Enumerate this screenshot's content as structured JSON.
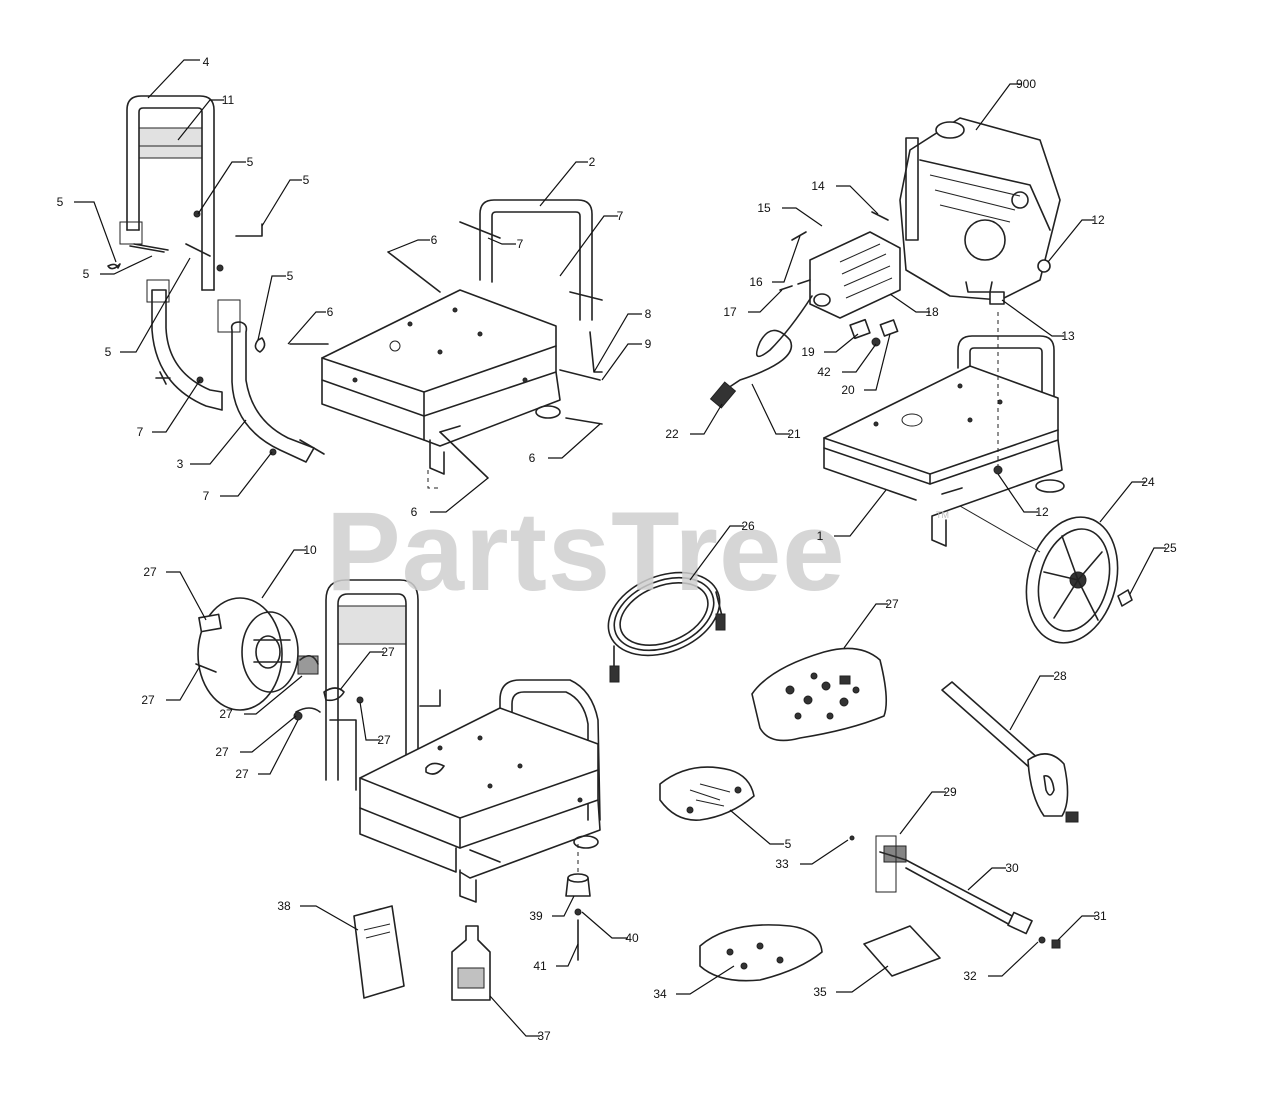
{
  "watermark": {
    "text": "PartsTree",
    "tm": "TM"
  },
  "callouts": [
    {
      "id": "c4",
      "label": "4"
    },
    {
      "id": "c11",
      "label": "11"
    },
    {
      "id": "c5a",
      "label": "5"
    },
    {
      "id": "c5b",
      "label": "5"
    },
    {
      "id": "c5c",
      "label": "5"
    },
    {
      "id": "c5d",
      "label": "5"
    },
    {
      "id": "c5e",
      "label": "5"
    },
    {
      "id": "c5f",
      "label": "5"
    },
    {
      "id": "c7a",
      "label": "7"
    },
    {
      "id": "c3",
      "label": "3"
    },
    {
      "id": "c7b",
      "label": "7"
    },
    {
      "id": "c2",
      "label": "2"
    },
    {
      "id": "c7c",
      "label": "7"
    },
    {
      "id": "c7d",
      "label": "7"
    },
    {
      "id": "c6a",
      "label": "6"
    },
    {
      "id": "c6b",
      "label": "6"
    },
    {
      "id": "c8",
      "label": "8"
    },
    {
      "id": "c9",
      "label": "9"
    },
    {
      "id": "c6c",
      "label": "6"
    },
    {
      "id": "c6d",
      "label": "6"
    },
    {
      "id": "c900",
      "label": "900"
    },
    {
      "id": "c14",
      "label": "14"
    },
    {
      "id": "c15",
      "label": "15"
    },
    {
      "id": "c12a",
      "label": "12"
    },
    {
      "id": "c16",
      "label": "16"
    },
    {
      "id": "c17",
      "label": "17"
    },
    {
      "id": "c18",
      "label": "18"
    },
    {
      "id": "c13",
      "label": "13"
    },
    {
      "id": "c19",
      "label": "19"
    },
    {
      "id": "c42",
      "label": "42"
    },
    {
      "id": "c20",
      "label": "20"
    },
    {
      "id": "c22",
      "label": "22"
    },
    {
      "id": "c21",
      "label": "21"
    },
    {
      "id": "c12b",
      "label": "12"
    },
    {
      "id": "c1",
      "label": "1"
    },
    {
      "id": "c24",
      "label": "24"
    },
    {
      "id": "c25",
      "label": "25"
    },
    {
      "id": "c27a",
      "label": "27"
    },
    {
      "id": "c10",
      "label": "10"
    },
    {
      "id": "c27b",
      "label": "27"
    },
    {
      "id": "c27c",
      "label": "27"
    },
    {
      "id": "c27d",
      "label": "27"
    },
    {
      "id": "c27e",
      "label": "27"
    },
    {
      "id": "c27f",
      "label": "27"
    },
    {
      "id": "c27g",
      "label": "27"
    },
    {
      "id": "c26",
      "label": "26"
    },
    {
      "id": "c27h",
      "label": "27"
    },
    {
      "id": "c28",
      "label": "28"
    },
    {
      "id": "c5g",
      "label": "5"
    },
    {
      "id": "c29",
      "label": "29"
    },
    {
      "id": "c30",
      "label": "30"
    },
    {
      "id": "c33",
      "label": "33"
    },
    {
      "id": "c31",
      "label": "31"
    },
    {
      "id": "c32",
      "label": "32"
    },
    {
      "id": "c38",
      "label": "38"
    },
    {
      "id": "c39",
      "label": "39"
    },
    {
      "id": "c40",
      "label": "40"
    },
    {
      "id": "c41",
      "label": "41"
    },
    {
      "id": "c37",
      "label": "37"
    },
    {
      "id": "c34",
      "label": "34"
    },
    {
      "id": "c35",
      "label": "35"
    }
  ]
}
